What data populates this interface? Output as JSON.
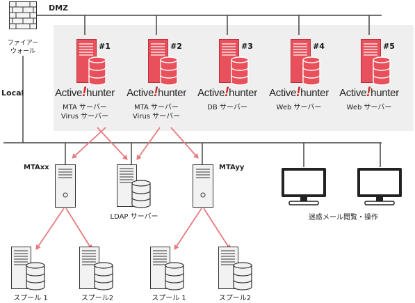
{
  "network": {
    "dmz_label": "DMZ",
    "local_label": "Local",
    "firewall_label_line1": "ファイアー",
    "firewall_label_line2": "ウォール"
  },
  "dmz_servers": [
    {
      "tag": "#1",
      "brand_left": "Active",
      "brand_mark": "!",
      "brand_right": "hunter",
      "role_line1": "MTA サーバー",
      "role_line2": "Virus サーバー"
    },
    {
      "tag": "#2",
      "brand_left": "Active",
      "brand_mark": "!",
      "brand_right": "hunter",
      "role_line1": "MTA サーバー",
      "role_line2": "Virus サーバー"
    },
    {
      "tag": "#3",
      "brand_left": "Active",
      "brand_mark": "!",
      "brand_right": "hunter",
      "role_line1": "DB サーバー",
      "role_line2": ""
    },
    {
      "tag": "#4",
      "brand_left": "Active",
      "brand_mark": "!",
      "brand_right": "hunter",
      "role_line1": "Web サーバー",
      "role_line2": ""
    },
    {
      "tag": "#5",
      "brand_left": "Active",
      "brand_mark": "!",
      "brand_right": "hunter",
      "role_line1": "Web サーバー",
      "role_line2": ""
    }
  ],
  "local_nodes": {
    "mtaxx": "MTAxx",
    "mtayy": "MTAyy",
    "ldap": "LDAP サーバー",
    "spool1": "スプール 1",
    "spool2": "スプール2",
    "clients": "迷惑メール閲覧・操作"
  },
  "colors": {
    "server_red": "#e8505b",
    "server_red_dark": "#b83040",
    "arrow_red": "#e8797c",
    "line": "#444444",
    "dmz_bg": "#efefef",
    "device_gray": "#f2f2f2",
    "monitor_dark": "#222222"
  }
}
